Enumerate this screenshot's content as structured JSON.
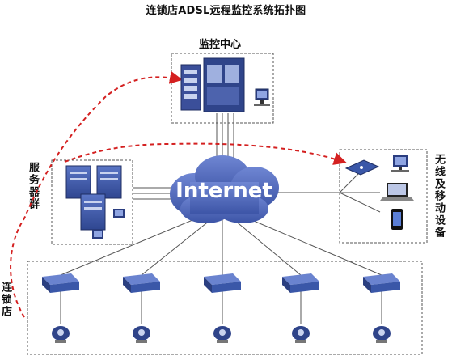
{
  "title": "连锁店ADSL远程监控系统拓扑图",
  "monitoring_center": {
    "label": "监控中心"
  },
  "server_group": {
    "label": "服务器群"
  },
  "wireless_mobile": {
    "label": "无线及移动设备"
  },
  "chain_store": {
    "label": "连锁店"
  },
  "internet": {
    "label": "Internet"
  },
  "colors": {
    "device_blue": "#3a57a8",
    "device_dark": "#2b3f80",
    "cloud": "#5a72c0",
    "dashed_box": "#555555",
    "red_path": "#d42020",
    "line": "#555555"
  }
}
